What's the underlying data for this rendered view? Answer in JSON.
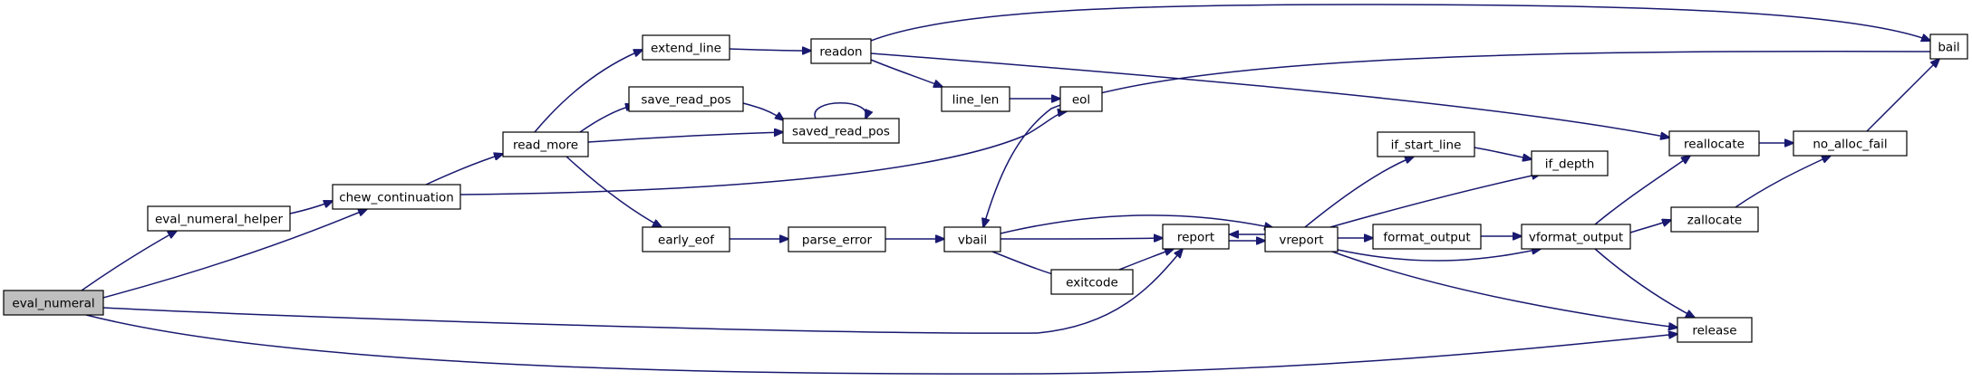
{
  "diagram": {
    "type": "call-graph",
    "nodes": [
      {
        "id": "eval_numeral",
        "label": "eval_numeral",
        "highlighted": true
      },
      {
        "id": "eval_numeral_helper",
        "label": "eval_numeral_helper"
      },
      {
        "id": "chew_continuation",
        "label": "chew_continuation"
      },
      {
        "id": "read_more",
        "label": "read_more"
      },
      {
        "id": "extend_line",
        "label": "extend_line"
      },
      {
        "id": "save_read_pos",
        "label": "save_read_pos"
      },
      {
        "id": "saved_read_pos",
        "label": "saved_read_pos"
      },
      {
        "id": "readon",
        "label": "readon"
      },
      {
        "id": "line_len",
        "label": "line_len"
      },
      {
        "id": "eol",
        "label": "eol"
      },
      {
        "id": "early_eof",
        "label": "early_eof"
      },
      {
        "id": "parse_error",
        "label": "parse_error"
      },
      {
        "id": "vbail",
        "label": "vbail"
      },
      {
        "id": "report",
        "label": "report"
      },
      {
        "id": "exitcode",
        "label": "exitcode"
      },
      {
        "id": "vreport",
        "label": "vreport"
      },
      {
        "id": "if_start_line",
        "label": "if_start_line"
      },
      {
        "id": "if_depth",
        "label": "if_depth"
      },
      {
        "id": "format_output",
        "label": "format_output"
      },
      {
        "id": "vformat_output",
        "label": "vformat_output"
      },
      {
        "id": "reallocate",
        "label": "reallocate"
      },
      {
        "id": "zallocate",
        "label": "zallocate"
      },
      {
        "id": "no_alloc_fail",
        "label": "no_alloc_fail"
      },
      {
        "id": "bail",
        "label": "bail"
      },
      {
        "id": "release",
        "label": "release"
      }
    ],
    "edges": [
      {
        "from": "eval_numeral",
        "to": "eval_numeral_helper"
      },
      {
        "from": "eval_numeral",
        "to": "chew_continuation"
      },
      {
        "from": "eval_numeral",
        "to": "report"
      },
      {
        "from": "eval_numeral",
        "to": "release"
      },
      {
        "from": "eval_numeral_helper",
        "to": "chew_continuation"
      },
      {
        "from": "chew_continuation",
        "to": "read_more"
      },
      {
        "from": "chew_continuation",
        "to": "eol"
      },
      {
        "from": "read_more",
        "to": "extend_line"
      },
      {
        "from": "read_more",
        "to": "save_read_pos"
      },
      {
        "from": "read_more",
        "to": "saved_read_pos"
      },
      {
        "from": "read_more",
        "to": "early_eof"
      },
      {
        "from": "extend_line",
        "to": "readon"
      },
      {
        "from": "save_read_pos",
        "to": "saved_read_pos"
      },
      {
        "from": "saved_read_pos",
        "to": "saved_read_pos"
      },
      {
        "from": "readon",
        "to": "bail"
      },
      {
        "from": "readon",
        "to": "line_len"
      },
      {
        "from": "readon",
        "to": "reallocate"
      },
      {
        "from": "line_len",
        "to": "eol"
      },
      {
        "from": "early_eof",
        "to": "parse_error"
      },
      {
        "from": "parse_error",
        "to": "vbail"
      },
      {
        "from": "vbail",
        "to": "report"
      },
      {
        "from": "vbail",
        "to": "exitcode"
      },
      {
        "from": "vbail",
        "to": "vreport"
      },
      {
        "from": "exitcode",
        "to": "report"
      },
      {
        "from": "report",
        "to": "vreport"
      },
      {
        "from": "vreport",
        "to": "report"
      },
      {
        "from": "vreport",
        "to": "if_start_line"
      },
      {
        "from": "vreport",
        "to": "if_depth"
      },
      {
        "from": "vreport",
        "to": "format_output"
      },
      {
        "from": "vreport",
        "to": "vformat_output"
      },
      {
        "from": "vreport",
        "to": "release"
      },
      {
        "from": "if_start_line",
        "to": "if_depth"
      },
      {
        "from": "format_output",
        "to": "vformat_output"
      },
      {
        "from": "vformat_output",
        "to": "reallocate"
      },
      {
        "from": "vformat_output",
        "to": "zallocate"
      },
      {
        "from": "vformat_output",
        "to": "release"
      },
      {
        "from": "reallocate",
        "to": "no_alloc_fail"
      },
      {
        "from": "zallocate",
        "to": "no_alloc_fail"
      },
      {
        "from": "no_alloc_fail",
        "to": "bail"
      },
      {
        "from": "bail",
        "to": "vbail"
      }
    ]
  }
}
